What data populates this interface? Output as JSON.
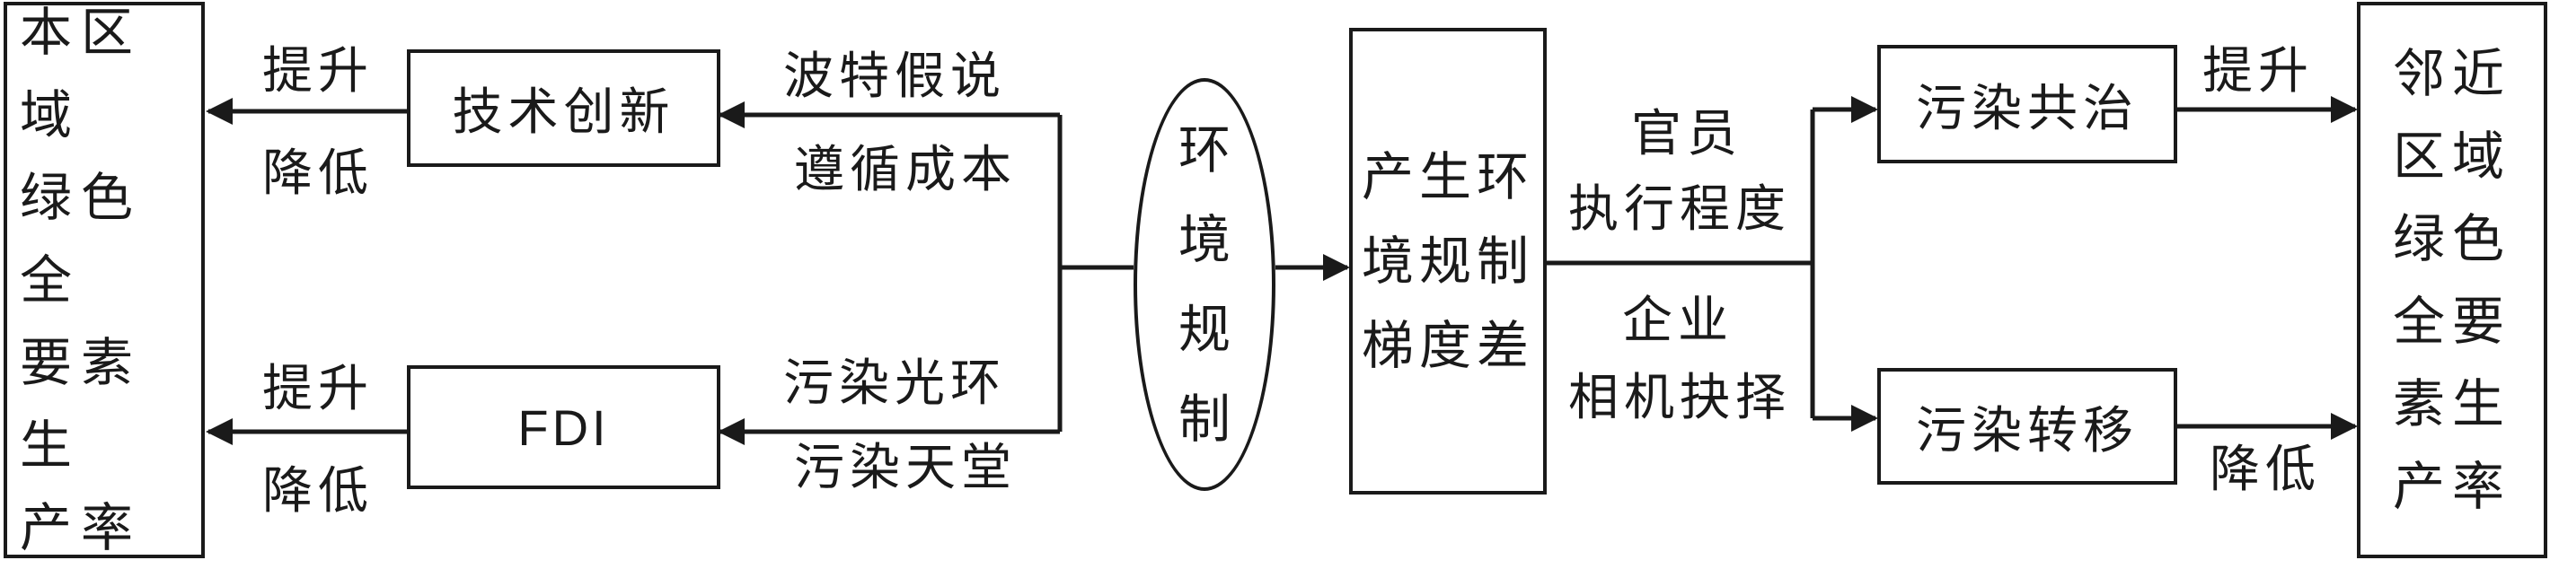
{
  "left_region": {
    "lines": [
      "本区域",
      "绿色全",
      "要素生",
      "产率"
    ]
  },
  "tech_box": {
    "label": "技术创新"
  },
  "fdi_box": {
    "label": "FDI"
  },
  "top_left": {
    "effect_up": "提升",
    "effect_down": "降低",
    "hyp1": "波特假说",
    "hyp2": "遵循成本"
  },
  "bottom_left": {
    "effect_up": "提升",
    "effect_down": "降低",
    "hyp1": "污染光环",
    "hyp2": "污染天堂"
  },
  "env_reg_ellipse": {
    "chars": [
      "环",
      "境",
      "规",
      "制"
    ]
  },
  "gradient_box": {
    "lines": [
      "产生环",
      "境规制",
      "梯度差"
    ]
  },
  "mechanisms": {
    "upper": [
      "官员",
      "执行程度"
    ],
    "lower": [
      "企业",
      "相机抉择"
    ]
  },
  "co_gov_box": {
    "label": "污染共治"
  },
  "transfer_box": {
    "label": "污染转移"
  },
  "right_effects": {
    "up": "提升",
    "down": "降低"
  },
  "right_region": {
    "lines": [
      "邻近",
      "区域",
      "绿色",
      "全要",
      "素生",
      "产率"
    ]
  }
}
